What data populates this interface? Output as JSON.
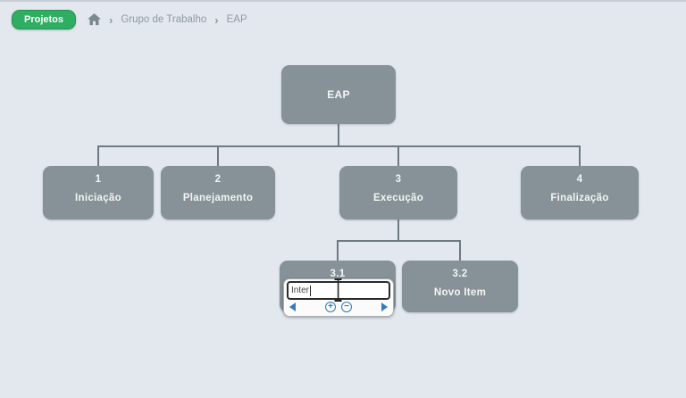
{
  "colors": {
    "background": "#e3e8ef",
    "node_fill": "#869298",
    "node_text": "#f3f5f2",
    "connector": "#6e7a81",
    "accent_green": "#2fae63",
    "accent_blue": "#2e7cc3",
    "breadcrumb_text": "#8f99a0"
  },
  "breadcrumb": {
    "button_label": "Projetos",
    "separator": "›",
    "items": [
      "Grupo de Trabalho",
      "EAP"
    ]
  },
  "tree": {
    "root": {
      "title": "EAP"
    },
    "level1": [
      {
        "number": "1",
        "label": "Iniciação"
      },
      {
        "number": "2",
        "label": "Planejamento"
      },
      {
        "number": "3",
        "label": "Execução"
      },
      {
        "number": "4",
        "label": "Finalização"
      }
    ],
    "level2": [
      {
        "number": "3.1",
        "label": ""
      },
      {
        "number": "3.2",
        "label": "Novo Item"
      }
    ]
  },
  "editor": {
    "input_value": "Inter",
    "zoom_in_glyph": "+",
    "zoom_out_glyph": "−"
  }
}
